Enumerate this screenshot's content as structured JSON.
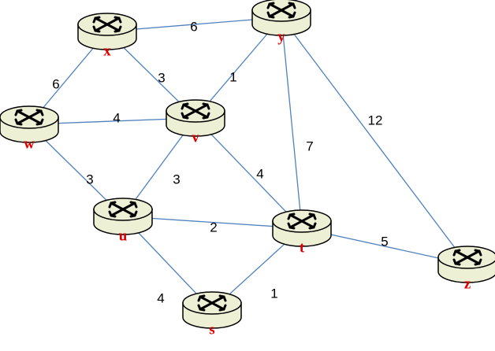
{
  "nodes": [
    {
      "id": "x",
      "label": "x"
    },
    {
      "id": "y",
      "label": "y"
    },
    {
      "id": "w",
      "label": "w"
    },
    {
      "id": "v",
      "label": "v"
    },
    {
      "id": "u",
      "label": "u"
    },
    {
      "id": "t",
      "label": "t"
    },
    {
      "id": "z",
      "label": "z"
    },
    {
      "id": "s",
      "label": "s"
    }
  ],
  "edges": [
    {
      "from": "x",
      "to": "y",
      "weight": "6"
    },
    {
      "from": "x",
      "to": "w",
      "weight": "6"
    },
    {
      "from": "x",
      "to": "v",
      "weight": "3"
    },
    {
      "from": "v",
      "to": "y",
      "weight": "1"
    },
    {
      "from": "w",
      "to": "v",
      "weight": "4"
    },
    {
      "from": "y",
      "to": "t",
      "weight": "7"
    },
    {
      "from": "y",
      "to": "z",
      "weight": "12"
    },
    {
      "from": "w",
      "to": "u",
      "weight": "3"
    },
    {
      "from": "v",
      "to": "u",
      "weight": "3"
    },
    {
      "from": "v",
      "to": "t",
      "weight": "4"
    },
    {
      "from": "u",
      "to": "t",
      "weight": "2"
    },
    {
      "from": "t",
      "to": "z",
      "weight": "5"
    },
    {
      "from": "u",
      "to": "s",
      "weight": "4"
    },
    {
      "from": "t",
      "to": "s",
      "weight": "1"
    }
  ],
  "colors": {
    "edge": "#4f81bd",
    "router_fill": "#eef0d6",
    "node_label": "#e00000",
    "weight_label": "#000000"
  },
  "icon": "router-icon"
}
